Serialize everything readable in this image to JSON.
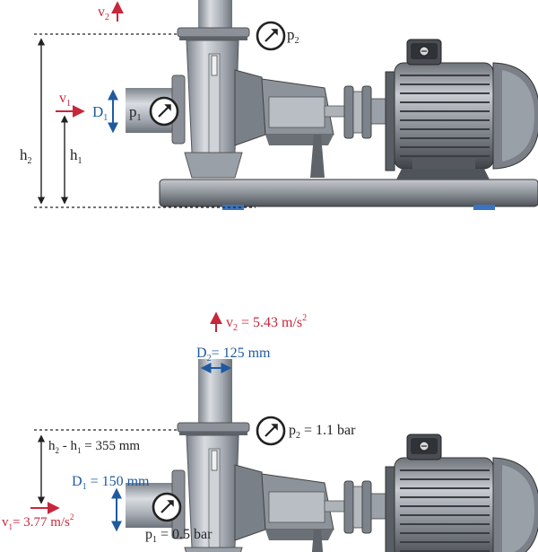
{
  "colors": {
    "red": "#c8263a",
    "blue": "#1f5aa0",
    "black": "#222222",
    "pipe": "#a9aeb6",
    "pipe_dark": "#6e747c",
    "metal_dark": "#3a3d42",
    "base": "#8b8f96",
    "blue_part": "#3a74c0"
  },
  "top": {
    "v2": {
      "base": "v",
      "sub": "2"
    },
    "p2": {
      "base": "p",
      "sub": "2"
    },
    "v1": {
      "base": "v",
      "sub": "1"
    },
    "D1": {
      "base": "D",
      "sub": "1"
    },
    "p1": {
      "base": "p",
      "sub": "1"
    },
    "h2": {
      "base": "h",
      "sub": "2"
    },
    "h1": {
      "base": "h",
      "sub": "1"
    }
  },
  "bottom": {
    "v2": {
      "base": "v",
      "sub": "2",
      "rest": " = 5.43 m/s",
      "sup": "2"
    },
    "D2": {
      "base": "D",
      "sub": "2",
      "rest": "= 125 mm"
    },
    "p2": {
      "base": "p",
      "sub": "2",
      "rest": " = 1.1 bar"
    },
    "h_diff": {
      "base1": "h",
      "sub1": "2",
      "mid": " - h",
      "sub2": "1",
      "rest": " = 355 mm"
    },
    "D1": {
      "base": "D",
      "sub": "1",
      "rest": " = 150 mm"
    },
    "v1": {
      "base": "v",
      "sub": "1",
      "rest": "= 3.77 m/s",
      "sup": "2"
    },
    "p1": {
      "base": "p",
      "sub": "1",
      "rest": " = 0.5 bar"
    }
  },
  "icons": [
    "pressure-gauge-icon",
    "arrow-up-icon",
    "arrow-right-icon",
    "double-arrow-icon"
  ]
}
